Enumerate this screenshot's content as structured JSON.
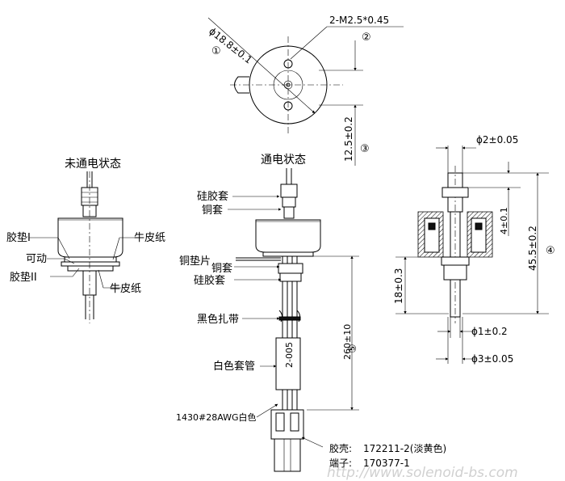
{
  "top_view": {
    "dim_diameter": "ϕ18.8±0.1",
    "dim_thread": "2-M2.5*0.45",
    "dim_height": "12.5±0.2",
    "callouts": [
      "①",
      "②",
      "③"
    ]
  },
  "left_view": {
    "title": "未通电状态",
    "labels": {
      "pad1": "胶垫I",
      "movable": "可动",
      "pad2": "胶垫II",
      "kraft_top": "牛皮纸",
      "kraft_bottom": "牛皮纸"
    }
  },
  "center_view": {
    "title": "通电状态",
    "labels": {
      "silicone_top": "硅胶套",
      "copper_top": "铜套",
      "copper_plate": "铜垫片",
      "copper_bottom": "铜套",
      "silicone_bottom": "硅胶套",
      "black_tie": "黑色扎带",
      "white_sleeve": "白色套管",
      "wire": "1430#28AWG白色"
    },
    "sleeve_text": "2-005",
    "dim_length": "260±10",
    "callout_length": "⑤",
    "housing_label": "胶壳:",
    "housing_value": "172211-2(淡黄色)",
    "terminal_label": "端子:",
    "terminal_value": "170377-1"
  },
  "right_view": {
    "dim_d2": "ϕ2±0.05",
    "dim_4": "4±0.1",
    "dim_45": "45.5±0.2",
    "callout_45": "④",
    "dim_18": "18±0.3",
    "dim_d1": "ϕ1±0.2",
    "dim_d3": "ϕ3±0.05"
  },
  "watermark": "http://www.solenoid-bs.com"
}
